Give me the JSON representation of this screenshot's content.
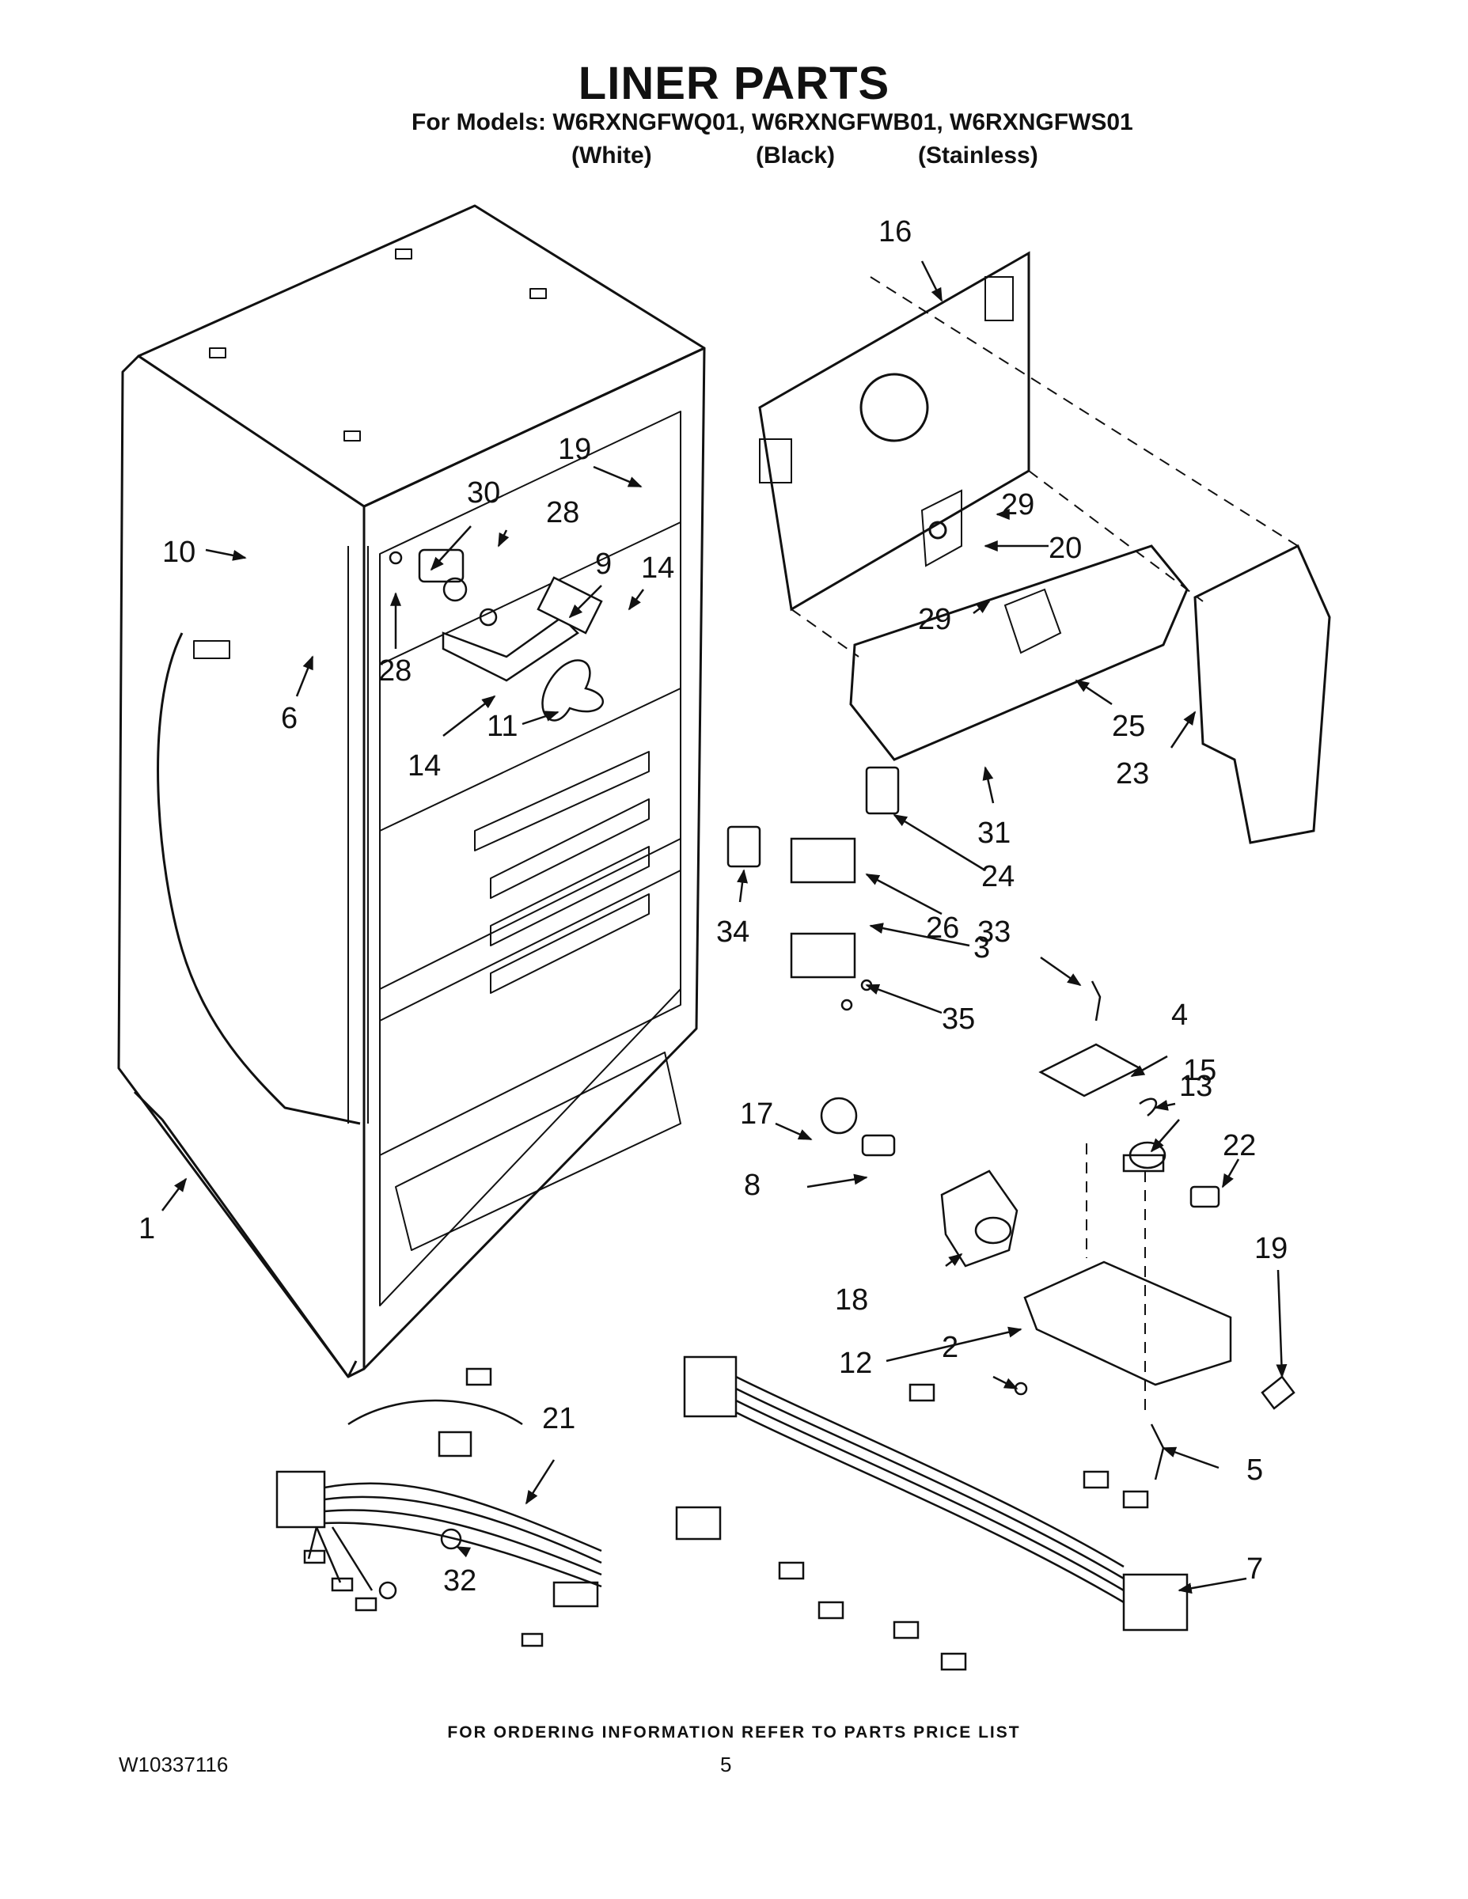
{
  "header": {
    "title": "LINER PARTS",
    "models_line": "For Models: W6RXNGFWQ01, W6RXNGFWB01, W6RXNGFWS01",
    "variants": [
      "(White)",
      "(Black)",
      "(Stainless)"
    ]
  },
  "callouts": {
    "c1": "1",
    "c2": "2",
    "c3": "3",
    "c4": "4",
    "c5": "5",
    "c6": "6",
    "c7": "7",
    "c8": "8",
    "c9": "9",
    "c10": "10",
    "c11": "11",
    "c12": "12",
    "c13": "13",
    "c14a": "14",
    "c14b": "14",
    "c15": "15",
    "c16": "16",
    "c17": "17",
    "c18": "18",
    "c19a": "19",
    "c19b": "19",
    "c20": "20",
    "c21": "21",
    "c22": "22",
    "c23": "23",
    "c24": "24",
    "c25": "25",
    "c26": "26",
    "c28a": "28",
    "c28b": "28",
    "c29a": "29",
    "c29b": "29",
    "c30": "30",
    "c31": "31",
    "c32": "32",
    "c33": "33",
    "c34": "34",
    "c35": "35"
  },
  "footer": {
    "ordering_note": "FOR ORDERING INFORMATION REFER TO PARTS PRICE LIST",
    "document_number": "W10337116",
    "page_number": "5"
  }
}
